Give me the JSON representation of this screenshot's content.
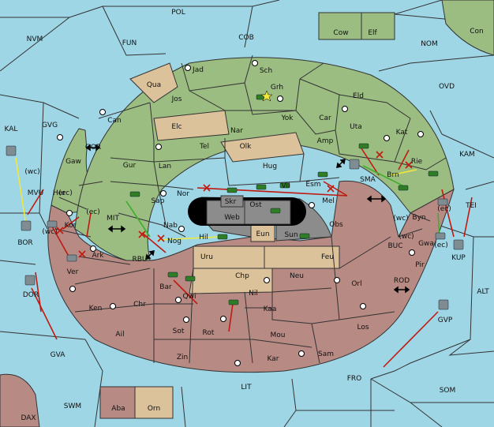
{
  "colors": {
    "sea": "#9fd6e6",
    "green": "#9bbd82",
    "red": "#b88a84",
    "tan": "#dcc29b",
    "gray": "#8c8c8c",
    "darkgray": "#707070",
    "order_red": "#c01a10",
    "order_yellow": "#f2e83a",
    "order_green": "#3fae2c",
    "unit_green": "#2f7d25",
    "unit_gray": "#7f8c92"
  },
  "sea_labels": [
    "POL",
    "NVM",
    "FUN",
    "COB",
    "NOM",
    "Con",
    "OVD",
    "KAL",
    "GVG",
    "GOR",
    "MVU",
    "BOR",
    "MIT",
    "RBU",
    "SMA",
    "KAM",
    "TEI",
    "BUC",
    "ROD",
    "ALT",
    "KUP",
    "DOR",
    "GVA",
    "GVP",
    "FRO",
    "SOM",
    "LIT",
    "SWM",
    "DAX",
    "Cow",
    "Elf",
    "Hel"
  ],
  "land_labels": [
    "Jad",
    "Sch",
    "Qua",
    "Grh",
    "Jos",
    "Eld",
    "Can",
    "Yok",
    "Car",
    "Elc",
    "Nar",
    "Uta",
    "Kat",
    "Gaw",
    "Tel",
    "Olk",
    "Amp",
    "Rie",
    "Gur",
    "Lan",
    "Hug",
    "Brn",
    "Her",
    "Nor",
    "Skr",
    "Ost",
    "Vil",
    "Esm",
    "Sap",
    "Web",
    "Mel",
    "Byn",
    "Kor",
    "Nab",
    "Hil",
    "Eun",
    "Sun",
    "Obs",
    "Gwa",
    "Ark",
    "Nog",
    "Uru",
    "Feu",
    "Pir",
    "Ver",
    "Chp",
    "Neu",
    "Bar",
    "Qwi",
    "Orl",
    "Nil",
    "Ken",
    "Chr",
    "Kaa",
    "Los",
    "Ail",
    "Sot",
    "Rot",
    "Mou",
    "Zin",
    "Kar",
    "Sam",
    "Aba",
    "Orn"
  ],
  "coast_tags": [
    "(ec)",
    "(wc)",
    "(ec)",
    "(wc)",
    "(ec)",
    "(wc)",
    "(ec)",
    "(wc)"
  ]
}
